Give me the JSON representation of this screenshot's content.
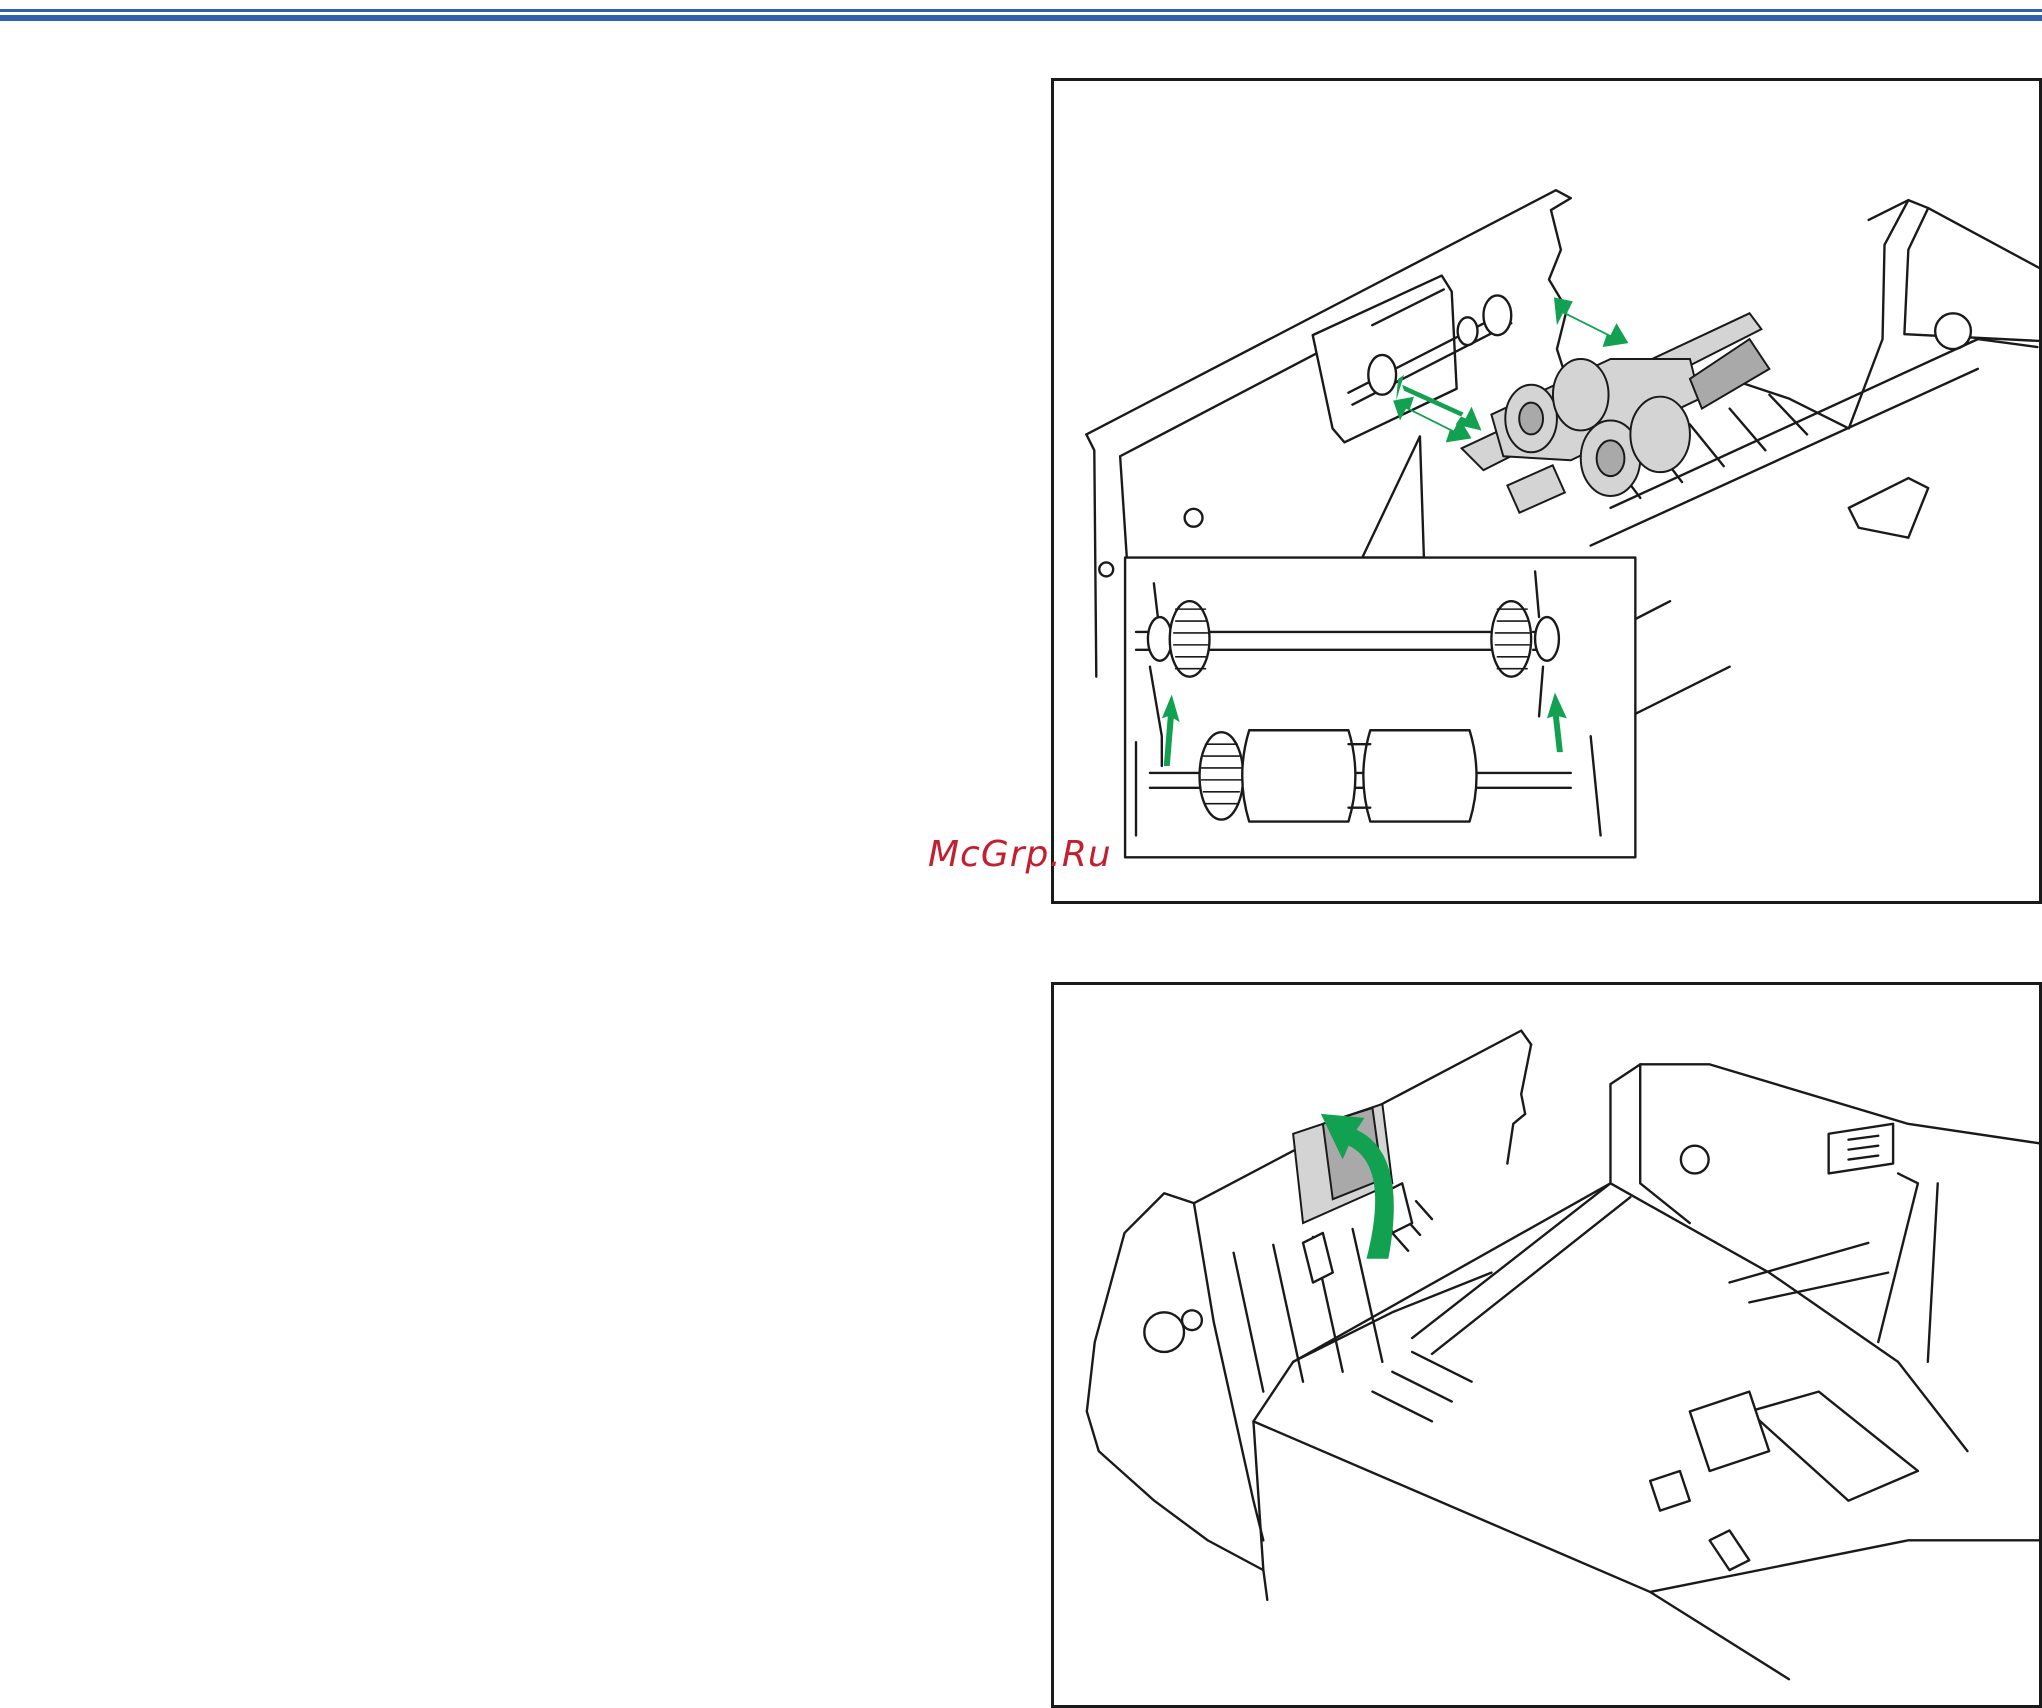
{
  "header": {
    "rule_color": "#2f62a8"
  },
  "watermark": {
    "text": "McGrp.Ru",
    "color": "#c2202f"
  },
  "figures": [
    {
      "name": "roller-installation-illustration",
      "arrow_color": "#12a150",
      "arrow_count": 4
    },
    {
      "name": "cover-closing-illustration",
      "arrow_color": "#12a150",
      "arrow_count": 1
    }
  ]
}
